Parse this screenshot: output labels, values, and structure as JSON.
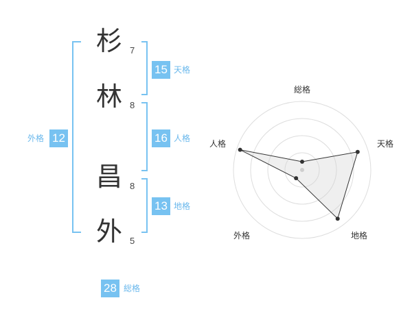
{
  "name": {
    "characters": [
      {
        "char": "杉",
        "strokes": "7"
      },
      {
        "char": "林",
        "strokes": "8"
      },
      {
        "char": "昌",
        "strokes": "8"
      },
      {
        "char": "外",
        "strokes": "5"
      }
    ]
  },
  "fortunes": {
    "tenkaku": {
      "value": "15",
      "label": "天格"
    },
    "jinkaku": {
      "value": "16",
      "label": "人格"
    },
    "chikaku": {
      "value": "13",
      "label": "地格"
    },
    "gaikaku": {
      "value": "12",
      "label": "外格"
    },
    "soukaku": {
      "value": "28",
      "label": "総格"
    }
  },
  "chart_data": {
    "type": "radar",
    "axes": [
      "総格",
      "天格",
      "地格",
      "外格",
      "人格"
    ],
    "values": [
      0.12,
      0.85,
      0.88,
      0.15,
      0.95
    ],
    "range": [
      0,
      1
    ],
    "rings": 4
  }
}
